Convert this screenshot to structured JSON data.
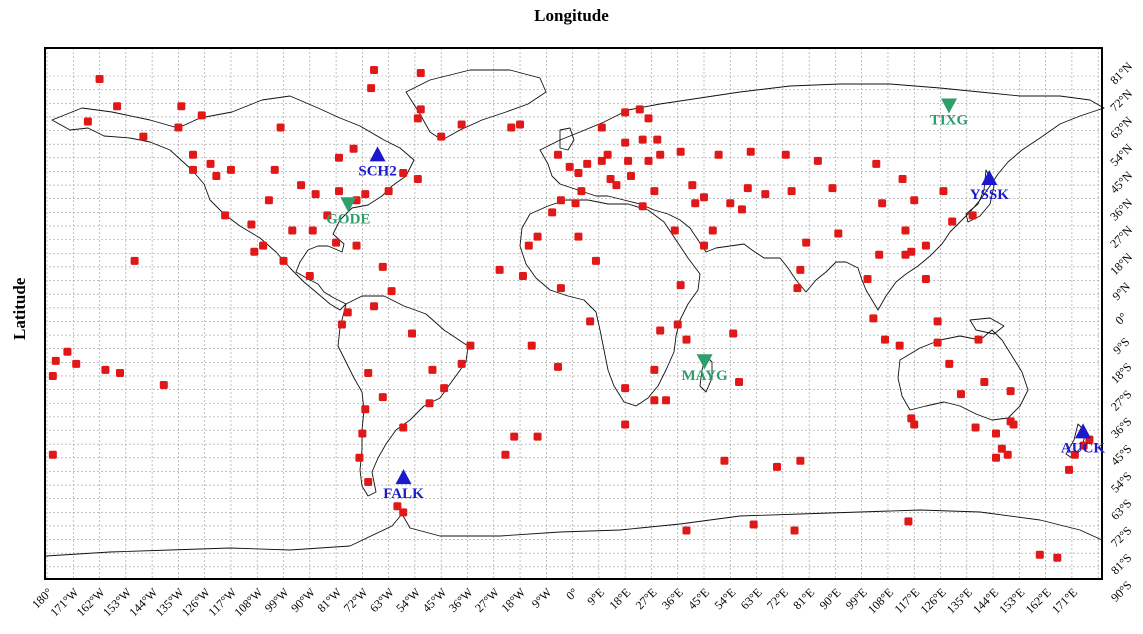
{
  "title": "Longitude",
  "ylabel": "Latitude",
  "colors": {
    "site": "#e01818",
    "blue_station": "#1a1acc",
    "green_station": "#2e9e6a",
    "grid": "#9a9a9a",
    "coast": "#111111"
  },
  "chart_data": {
    "type": "scatter",
    "title": "Longitude",
    "ylabel": "Latitude",
    "xlim": [
      -180,
      180
    ],
    "ylim": [
      -90,
      90
    ],
    "grid": true,
    "x_ticks": [
      "180°",
      "171°W",
      "162°W",
      "153°W",
      "144°W",
      "135°W",
      "126°W",
      "117°W",
      "108°W",
      "99°W",
      "90°W",
      "81°W",
      "72°W",
      "63°W",
      "54°W",
      "45°W",
      "36°W",
      "27°W",
      "18°W",
      "9°W",
      "0°",
      "9°E",
      "18°E",
      "27°E",
      "36°E",
      "45°E",
      "54°E",
      "63°E",
      "72°E",
      "81°E",
      "90°E",
      "99°E",
      "108°E",
      "117°E",
      "126°E",
      "135°E",
      "144°E",
      "153°E",
      "162°E",
      "171°E"
    ],
    "y_ticks": [
      "81°N",
      "72°N",
      "63°N",
      "54°N",
      "45°N",
      "36°N",
      "27°N",
      "18°N",
      "9°N",
      "0°",
      "9°S",
      "18°S",
      "27°S",
      "36°S",
      "45°S",
      "54°S",
      "63°S",
      "72°S",
      "81°S",
      "90°S"
    ],
    "stations": [
      {
        "name": "SCH2",
        "lon": -66.8,
        "lat": 54.8,
        "marker": "triangle-up",
        "color": "blue"
      },
      {
        "name": "YSSK",
        "lon": 142.7,
        "lat": 47.0,
        "marker": "triangle-up",
        "color": "blue"
      },
      {
        "name": "FALK",
        "lon": -57.9,
        "lat": -51.7,
        "marker": "triangle-up",
        "color": "blue"
      },
      {
        "name": "AUCK",
        "lon": 174.8,
        "lat": -36.6,
        "marker": "triangle-up",
        "color": "blue"
      },
      {
        "name": "TIXG",
        "lon": 128.9,
        "lat": 71.6,
        "marker": "triangle-down",
        "color": "green"
      },
      {
        "name": "GODE",
        "lon": -76.8,
        "lat": 39.0,
        "marker": "triangle-down",
        "color": "green"
      },
      {
        "name": "MAYG",
        "lon": 45.2,
        "lat": -12.8,
        "marker": "triangle-down",
        "color": "green"
      }
    ],
    "sites": [
      [
        -162,
        80
      ],
      [
        -166,
        66
      ],
      [
        -156,
        71
      ],
      [
        -147,
        61
      ],
      [
        -135,
        64
      ],
      [
        -134,
        71
      ],
      [
        -124,
        52
      ],
      [
        -122,
        48
      ],
      [
        -117,
        50
      ],
      [
        -119,
        35
      ],
      [
        -110,
        32
      ],
      [
        -104,
        40
      ],
      [
        -93,
        45
      ],
      [
        -88,
        42
      ],
      [
        -89,
        30
      ],
      [
        -80,
        43
      ],
      [
        -84,
        35
      ],
      [
        -74,
        40
      ],
      [
        -71,
        42
      ],
      [
        -63,
        43
      ],
      [
        -58,
        49
      ],
      [
        -53,
        47
      ],
      [
        -53,
        67
      ],
      [
        -45,
        61
      ],
      [
        -38,
        65
      ],
      [
        -18,
        65
      ],
      [
        -21,
        64
      ],
      [
        -69,
        77
      ],
      [
        -68,
        83
      ],
      [
        -52,
        70
      ],
      [
        -52,
        82
      ],
      [
        -17,
        15
      ],
      [
        -25,
        17
      ],
      [
        -12,
        28
      ],
      [
        -7,
        36
      ],
      [
        -4,
        40
      ],
      [
        1,
        39
      ],
      [
        3,
        43
      ],
      [
        2,
        49
      ],
      [
        -1,
        51
      ],
      [
        5,
        52
      ],
      [
        10,
        53
      ],
      [
        12,
        55
      ],
      [
        18,
        59
      ],
      [
        24,
        60
      ],
      [
        29,
        60
      ],
      [
        10,
        64
      ],
      [
        18,
        69
      ],
      [
        23,
        70
      ],
      [
        30,
        55
      ],
      [
        37,
        56
      ],
      [
        50,
        55
      ],
      [
        61,
        56
      ],
      [
        73,
        55
      ],
      [
        84,
        53
      ],
      [
        104,
        52
      ],
      [
        113,
        47
      ],
      [
        127,
        43
      ],
      [
        137,
        35
      ],
      [
        130,
        33
      ],
      [
        121,
        25
      ],
      [
        114,
        30
      ],
      [
        117,
        40
      ],
      [
        106,
        39
      ],
      [
        116,
        23
      ],
      [
        114,
        22
      ],
      [
        121,
        14
      ],
      [
        101,
        14
      ],
      [
        105,
        22
      ],
      [
        91,
        29
      ],
      [
        80,
        26
      ],
      [
        78,
        17
      ],
      [
        77,
        11
      ],
      [
        103,
        1
      ],
      [
        107,
        -6
      ],
      [
        112,
        -8
      ],
      [
        125,
        -7
      ],
      [
        125,
        0
      ],
      [
        139,
        -6
      ],
      [
        145,
        -37
      ],
      [
        151,
        -34
      ],
      [
        150,
        -23
      ],
      [
        141,
        -20
      ],
      [
        133,
        -24
      ],
      [
        129,
        -14
      ],
      [
        116,
        -32
      ],
      [
        117,
        -34
      ],
      [
        138,
        -35
      ],
      [
        147,
        -42
      ],
      [
        150,
        -33
      ],
      [
        149,
        -44
      ],
      [
        145,
        -45
      ],
      [
        172,
        -44
      ],
      [
        177,
        -39
      ],
      [
        175,
        -41
      ],
      [
        170,
        -49
      ],
      [
        160,
        -77
      ],
      [
        166,
        -78
      ],
      [
        115,
        -66
      ],
      [
        76,
        -69
      ],
      [
        62,
        -67
      ],
      [
        39,
        -69
      ],
      [
        78,
        -46
      ],
      [
        52,
        -46
      ],
      [
        70,
        -48
      ],
      [
        57,
        -20
      ],
      [
        55,
        -4
      ],
      [
        39,
        -6
      ],
      [
        36,
        -1
      ],
      [
        37,
        12
      ],
      [
        32,
        -26
      ],
      [
        28,
        -26
      ],
      [
        18,
        -34
      ],
      [
        18,
        -22
      ],
      [
        28,
        -16
      ],
      [
        30,
        -3
      ],
      [
        6,
        0
      ],
      [
        -14,
        -8
      ],
      [
        -5,
        -15
      ],
      [
        -20,
        -38
      ],
      [
        -12,
        -38
      ],
      [
        -23,
        -44
      ],
      [
        -44,
        -22
      ],
      [
        -48,
        -16
      ],
      [
        -55,
        -4
      ],
      [
        -35,
        -8
      ],
      [
        -38,
        -14
      ],
      [
        -49,
        -27
      ],
      [
        -58,
        -35
      ],
      [
        -65,
        -25
      ],
      [
        -71,
        -29
      ],
      [
        -70,
        -17
      ],
      [
        -72,
        -37
      ],
      [
        -73,
        -45
      ],
      [
        -70,
        -53
      ],
      [
        -58,
        -63
      ],
      [
        -60,
        -61
      ],
      [
        -79,
        -1
      ],
      [
        -77,
        3
      ],
      [
        -68,
        5
      ],
      [
        -62,
        10
      ],
      [
        -65,
        18
      ],
      [
        -74,
        25
      ],
      [
        -81,
        26
      ],
      [
        -90,
        15
      ],
      [
        -99,
        20
      ],
      [
        -106,
        25
      ],
      [
        -109,
        23
      ],
      [
        -150,
        20
      ],
      [
        -155,
        -17
      ],
      [
        -170,
        -14
      ],
      [
        -177,
        -13
      ],
      [
        -178,
        -18
      ],
      [
        -180,
        -10
      ],
      [
        -173,
        -10
      ],
      [
        -140,
        -21
      ],
      [
        -178,
        -44
      ],
      [
        -160,
        -16
      ],
      [
        -130,
        50
      ],
      [
        -130,
        55
      ],
      [
        -127,
        68
      ],
      [
        -100,
        64
      ],
      [
        -102,
        50
      ],
      [
        -96,
        30
      ],
      [
        -80,
        54
      ],
      [
        -75,
        57
      ],
      [
        54,
        39
      ],
      [
        42,
        39
      ],
      [
        58,
        37
      ],
      [
        48,
        30
      ],
      [
        45,
        25
      ],
      [
        35,
        30
      ],
      [
        24,
        38
      ],
      [
        28,
        43
      ],
      [
        41,
        45
      ],
      [
        45,
        41
      ],
      [
        15,
        45
      ],
      [
        20,
        48
      ],
      [
        13,
        47
      ],
      [
        19,
        53
      ],
      [
        60,
        44
      ],
      [
        66,
        42
      ],
      [
        89,
        44
      ],
      [
        75,
        43
      ],
      [
        2,
        28
      ],
      [
        8,
        20
      ],
      [
        -4,
        11
      ],
      [
        -15,
        25
      ],
      [
        -5,
        55
      ],
      [
        26,
        53
      ],
      [
        26,
        67
      ]
    ]
  }
}
